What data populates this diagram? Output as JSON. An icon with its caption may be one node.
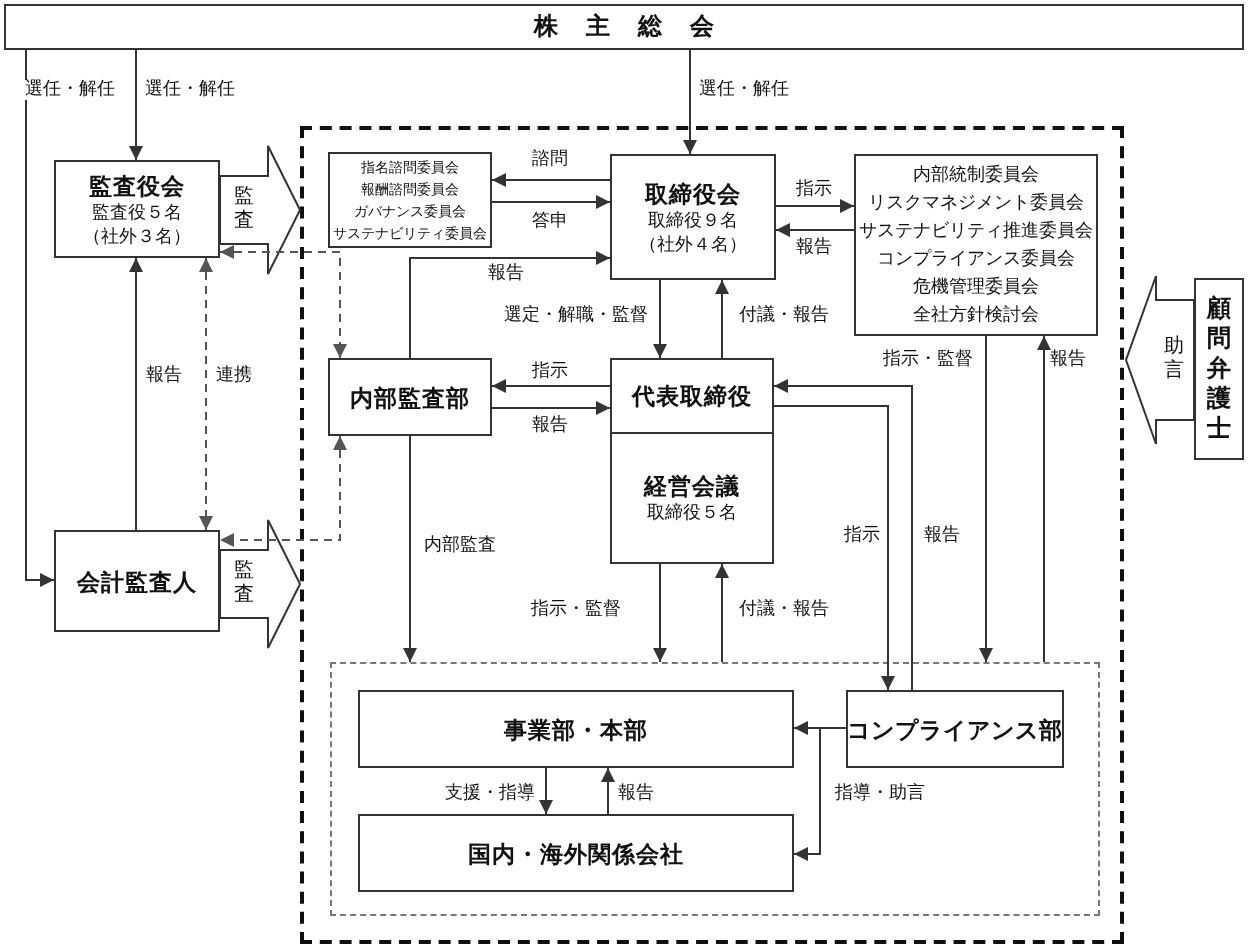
{
  "diagram": {
    "nodes": [
      {
        "text": [
          "株主総会"
        ]
      },
      {
        "text": [
          "監査役会",
          "監査役５名（社外３名）"
        ]
      },
      {
        "text": [
          "会計監査人"
        ]
      },
      {
        "text": [],
        "shape": "box"
      },
      {
        "text": [
          "指名諮問委員会",
          "報酬諮問委員会",
          "ガバナンス委員会",
          "サステナビリティ委員会"
        ],
        "in": 3
      },
      {
        "text": [
          "取締役会",
          "取締役９名（社外４名）"
        ],
        "in": 3
      },
      {
        "text": [
          "内部統制委員会",
          "リスクマネジメント委員会",
          "サステナビリティ推進委員会",
          "コンプライアンス委員会",
          "危機管理委員会",
          "全社方針検討会"
        ],
        "in": 3
      },
      {
        "text": [
          "内部監査部"
        ],
        "in": 3
      },
      {
        "text": [
          "代表取締役"
        ],
        "in": 3
      },
      {
        "text": [
          "経営会議",
          "取締役５名"
        ],
        "in": 3
      },
      {
        "text": [],
        "shape": "box",
        "in": 3
      },
      {
        "text": [
          "事業部・本部"
        ],
        "in": 10
      },
      {
        "text": [
          "コンプライアンス部"
        ],
        "in": 10
      },
      {
        "text": [
          "国内・海外関係会社"
        ],
        "in": 10
      },
      {
        "text": [
          "顧問弁護士"
        ]
      }
    ],
    "edges": [
      {
        "from": 0,
        "to": 2,
        "arrow": "to",
        "label": "選任・解任"
      },
      {
        "from": 0,
        "to": 1,
        "arrow": "to",
        "label": "選任・解任"
      },
      {
        "from": 0,
        "to": 5,
        "arrow": "to",
        "label": "選任・解任"
      },
      {
        "from": 2,
        "to": 1,
        "arrow": "to",
        "label": "報告"
      },
      {
        "from": 1,
        "to": 2,
        "arrow": "both",
        "label": "連携",
        "style": "dashed"
      },
      {
        "from": 1,
        "to": 7,
        "arrow": "both",
        "style": "dashed"
      },
      {
        "from": 7,
        "to": 2,
        "arrow": "both",
        "style": "dashed"
      },
      {
        "from": 1,
        "to": 3,
        "arrow": "to",
        "label": "監査",
        "style": "thick"
      },
      {
        "from": 2,
        "to": 3,
        "arrow": "to",
        "label": "監査",
        "style": "thick"
      },
      {
        "from": 14,
        "to": 3,
        "arrow": "to",
        "label": "助言",
        "style": "thick"
      },
      {
        "from": 5,
        "to": 4,
        "arrow": "to",
        "label": "諮問"
      },
      {
        "from": 4,
        "to": 5,
        "arrow": "to",
        "label": "答申"
      },
      {
        "from": 7,
        "to": 5,
        "arrow": "to",
        "label": "報告"
      },
      {
        "from": 5,
        "to": 6,
        "arrow": "to",
        "label": "指示"
      },
      {
        "from": 6,
        "to": 5,
        "arrow": "to",
        "label": "報告"
      },
      {
        "from": 5,
        "to": 8,
        "arrow": "to",
        "label": "選定・解職・監督"
      },
      {
        "from": 8,
        "to": 5,
        "arrow": "to",
        "label": "付議・報告"
      },
      {
        "from": 8,
        "to": 7,
        "arrow": "to",
        "label": "指示"
      },
      {
        "from": 7,
        "to": 8,
        "arrow": "to",
        "label": "報告"
      },
      {
        "from": 6,
        "to": 10,
        "arrow": "to",
        "label": "指示・監督"
      },
      {
        "from": 10,
        "to": 6,
        "arrow": "to",
        "label": "報告"
      },
      {
        "from": 8,
        "to": 12,
        "arrow": "to",
        "label": "指示"
      },
      {
        "from": 12,
        "to": 8,
        "arrow": "to",
        "label": "報告"
      },
      {
        "from": 7,
        "to": 10,
        "arrow": "to",
        "label": "内部監査"
      },
      {
        "from": 9,
        "to": 10,
        "arrow": "to",
        "label": "指示・監督"
      },
      {
        "from": 10,
        "to": 9,
        "arrow": "to",
        "label": "付議・報告"
      },
      {
        "from": 12,
        "to": 11,
        "arrow": "to"
      },
      {
        "from": 12,
        "to": 13,
        "arrow": "to",
        "label": "指導・助言"
      },
      {
        "from": 11,
        "to": 13,
        "arrow": "to",
        "label": "支援・指導"
      },
      {
        "from": 13,
        "to": 11,
        "arrow": "to",
        "label": "報告"
      }
    ]
  }
}
